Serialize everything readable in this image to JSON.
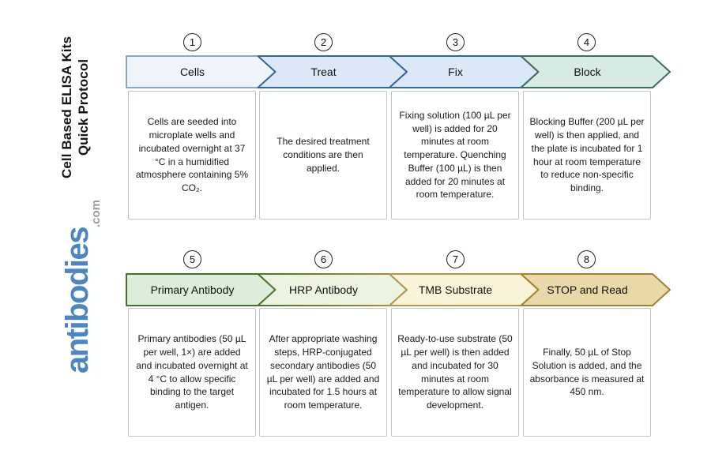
{
  "sidebar": {
    "title_line1": "Cell Based ELISA Kits",
    "title_line2": "Quick Protocol",
    "logo_text": "antibodies",
    "logo_suffix": ".com",
    "logo_color": "#4c85c3",
    "logo_suffix_color": "#9b9b9b"
  },
  "steps": [
    {
      "number": "1",
      "title": "Cells",
      "description": "Cells are seeded into microplate wells and incubated overnight at 37 °C in a humidified atmosphere containing 5% CO₂.",
      "arrow_fill": "#eff4fb",
      "arrow_stroke": "#7e9cb8"
    },
    {
      "number": "2",
      "title": "Treat",
      "description": "The desired treatment conditions are then applied.",
      "arrow_fill": "#dce8f8",
      "arrow_stroke": "#34659c"
    },
    {
      "number": "3",
      "title": "Fix",
      "description": "Fixing solution (100 µL per well) is added for 20 minutes at room temperature. Quenching Buffer (100 µL) is then added for 20 minutes at room temperature.",
      "arrow_fill": "#dbe8f8",
      "arrow_stroke": "#34659c"
    },
    {
      "number": "4",
      "title": "Block",
      "description": "Blocking Buffer (200 µL per well) is then applied, and the plate is incubated for 1 hour at room temperature to reduce non-specific binding.",
      "arrow_fill": "#d6ece2",
      "arrow_stroke": "#3e6b62"
    },
    {
      "number": "5",
      "title": "Primary Antibody",
      "description": "Primary antibodies (50 µL per well, 1×) are added and incubated overnight at 4 °C to allow specific binding to the target antigen.",
      "arrow_fill": "#dceed9",
      "arrow_stroke": "#46702f"
    },
    {
      "number": "6",
      "title": "HRP Antibody",
      "description": "After appropriate washing steps, HRP-conjugated secondary antibodies (50 µL per well) are added and incubated for 1.5 hours at room temperature.",
      "arrow_fill": "#ecf3de",
      "arrow_stroke_from": "#4a7231",
      "arrow_stroke_to": "#ad9040"
    },
    {
      "number": "7",
      "title": "TMB Substrate",
      "description": "Ready-to-use substrate (50 µL per well) is then added and incubated for 30 minutes at room temperature to allow signal development.",
      "arrow_fill": "#f8f4d9",
      "arrow_stroke": "#b0964a"
    },
    {
      "number": "8",
      "title": "STOP and Read",
      "description": "Finally, 50 µL of Stop Solution is added, and the absorbance is measured at 450 nm.",
      "arrow_fill": "#e9d8a8",
      "arrow_stroke": "#a2832b"
    }
  ]
}
